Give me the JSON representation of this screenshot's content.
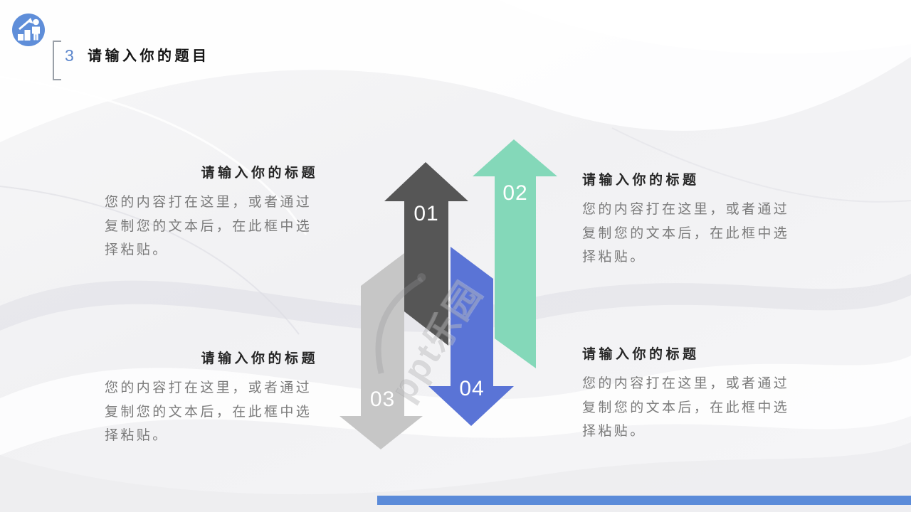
{
  "slide": {
    "logo": {
      "icon_name": "growth-chart-person-icon",
      "circle_color": "#5f8ed9"
    },
    "header": {
      "number": "3",
      "title": "请输入你的题目",
      "number_color": "#5b86cc"
    },
    "watermark": {
      "text": "ppt乐园"
    },
    "arrows": [
      {
        "number": "01",
        "direction": "up",
        "color": "#565656"
      },
      {
        "number": "02",
        "direction": "up",
        "color": "#84d8b9"
      },
      {
        "number": "03",
        "direction": "down",
        "color": "#c6c6c6"
      },
      {
        "number": "04",
        "direction": "down",
        "color": "#5a74d6"
      }
    ],
    "blocks": [
      {
        "position": "top-left",
        "title": "请输入你的标题",
        "body_lines": [
          "您的内容打在这里，或者通过",
          "复制您的文本后，在此框中选",
          "择粘贴。"
        ]
      },
      {
        "position": "top-right",
        "title": "请输入你的标题",
        "body_lines": [
          "您的内容打在这里，或者通过",
          "复制您的文本后，在此框中选",
          "择粘贴。"
        ]
      },
      {
        "position": "bottom-left",
        "title": "请输入你的标题",
        "body_lines": [
          "您的内容打在这里，或者通过",
          "复制您的文本后，在此框中选",
          "择粘贴。"
        ]
      },
      {
        "position": "bottom-right",
        "title": "请输入你的标题",
        "body_lines": [
          "您的内容打在这里，或者通过",
          "复制您的文本后，在此框中选",
          "择粘贴。"
        ]
      }
    ],
    "footer": {
      "bar_color": "#5b8bd9"
    }
  }
}
